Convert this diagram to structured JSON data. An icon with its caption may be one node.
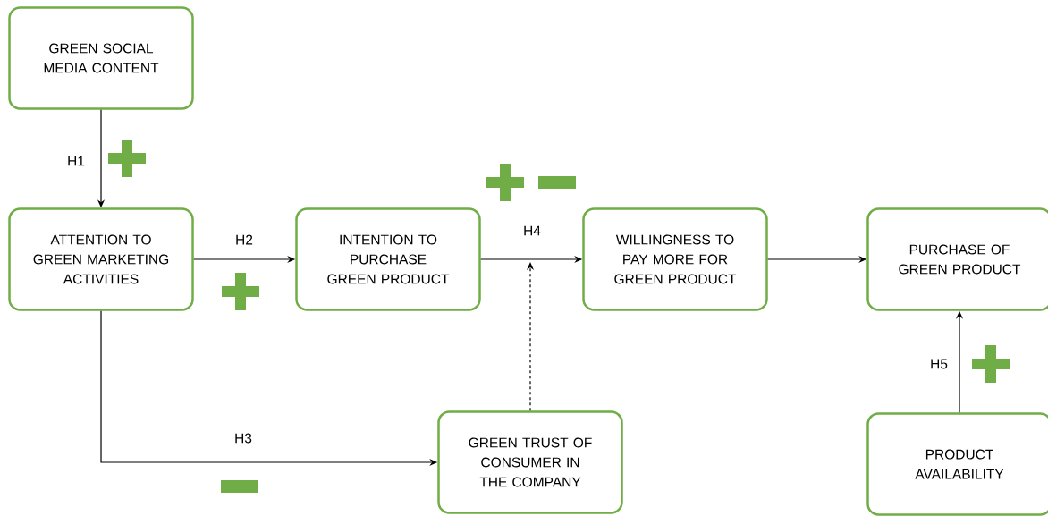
{
  "diagram": {
    "nodes": [
      {
        "text": [
          "GREEN SOCIAL MEDIA CONTENT"
        ]
      },
      {
        "text": [
          "ATTENTION TO GREEN MARKETING ACTIVITIES"
        ]
      },
      {
        "text": [
          "INTENTION TO PURCHASE GREEN PRODUCT"
        ]
      },
      {
        "text": [
          "WILLINGNESS TO PAY MORE FOR GREEN PRODUCT"
        ]
      },
      {
        "text": [
          "PURCHASE OF GREEN PRODUCT"
        ]
      },
      {
        "text": [
          "GREEN TRUST OF CONSUMER IN THE COMPANY"
        ]
      },
      {
        "text": [
          "PRODUCT AVAILABILITY"
        ]
      }
    ],
    "edges": [
      {
        "from": 0,
        "to": 1,
        "arrow": "to",
        "label": "H1"
      },
      {
        "from": 1,
        "to": 2,
        "arrow": "to",
        "label": "H2"
      },
      {
        "from": 2,
        "to": 3,
        "arrow": "to",
        "label": "H4"
      },
      {
        "from": 3,
        "to": 4,
        "arrow": "to"
      },
      {
        "from": 1,
        "to": 5,
        "arrow": "to",
        "label": "H3"
      },
      {
        "from": 5,
        "to": null,
        "arrow": "to",
        "style": "dashed"
      },
      {
        "from": 6,
        "to": 4,
        "arrow": "to",
        "label": "H5"
      }
    ]
  }
}
